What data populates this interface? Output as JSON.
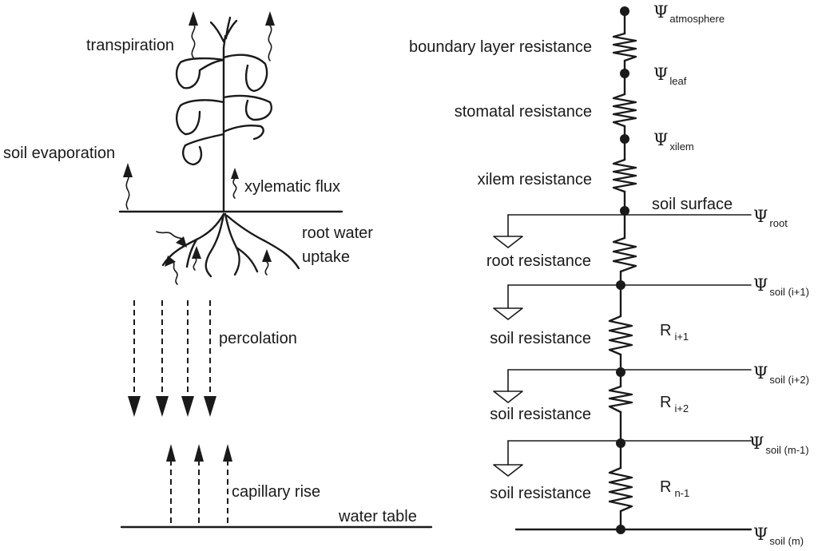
{
  "left_panel": {
    "transpiration": "transpiration",
    "soil_evaporation": "soil evaporation",
    "xylematic_flux": "xylematic flux",
    "root_water_uptake_line1": "root water",
    "root_water_uptake_line2": "uptake",
    "percolation": "percolation",
    "capillary_rise": "capillary rise",
    "water_table": "water table"
  },
  "right_panel": {
    "boundary_layer_resistance": "boundary layer resistance",
    "stomatal_resistance": "stomatal resistance",
    "xilem_resistance": "xilem resistance",
    "soil_surface": "soil surface",
    "root_resistance": "root resistance",
    "soil_resistance_1": "soil resistance",
    "soil_resistance_2": "soil resistance",
    "soil_resistance_3": "soil resistance",
    "potentials": [
      {
        "symbol": "Ψ",
        "sub": "atmosphere"
      },
      {
        "symbol": "Ψ",
        "sub": "leaf"
      },
      {
        "symbol": "Ψ",
        "sub": "xilem"
      },
      {
        "symbol": "Ψ",
        "sub": "root"
      },
      {
        "symbol": "Ψ",
        "sub": "soil (i+1)"
      },
      {
        "symbol": "Ψ",
        "sub": "soil (i+2)"
      },
      {
        "symbol": "Ψ",
        "sub": "soil (m-1)"
      },
      {
        "symbol": "Ψ",
        "sub": "soil (m)"
      }
    ],
    "resistances": [
      {
        "symbol": "R",
        "sub": "i+1"
      },
      {
        "symbol": "R",
        "sub": "i+2"
      },
      {
        "symbol": "R",
        "sub": "n-1"
      }
    ]
  }
}
